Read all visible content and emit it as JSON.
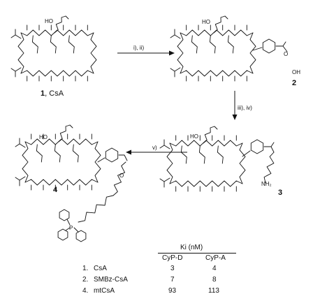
{
  "compounds": {
    "c1": {
      "number": "1",
      "name": "CsA"
    },
    "c2": {
      "number": "2"
    },
    "c3": {
      "number": "3"
    },
    "c4": {
      "number": "4"
    }
  },
  "atoms": {
    "ho": "HO",
    "oh": "OH",
    "o": "O",
    "n": "N",
    "nh2": "NH₂",
    "p": "P"
  },
  "arrows": {
    "step1": "i), ii)",
    "step2": "iii), iv)",
    "step3": "v)"
  },
  "table": {
    "header": "Ki (nM)",
    "col1": "CyP-D",
    "col2": "CyP-A",
    "rows": [
      {
        "idx": "1.",
        "name": "CsA",
        "d": "3",
        "a": "4"
      },
      {
        "idx": "2.",
        "name": "SMBz-CsA",
        "d": "7",
        "a": "8"
      },
      {
        "idx": "4.",
        "name": "mtCsA",
        "d": "93",
        "a": "113"
      }
    ]
  }
}
